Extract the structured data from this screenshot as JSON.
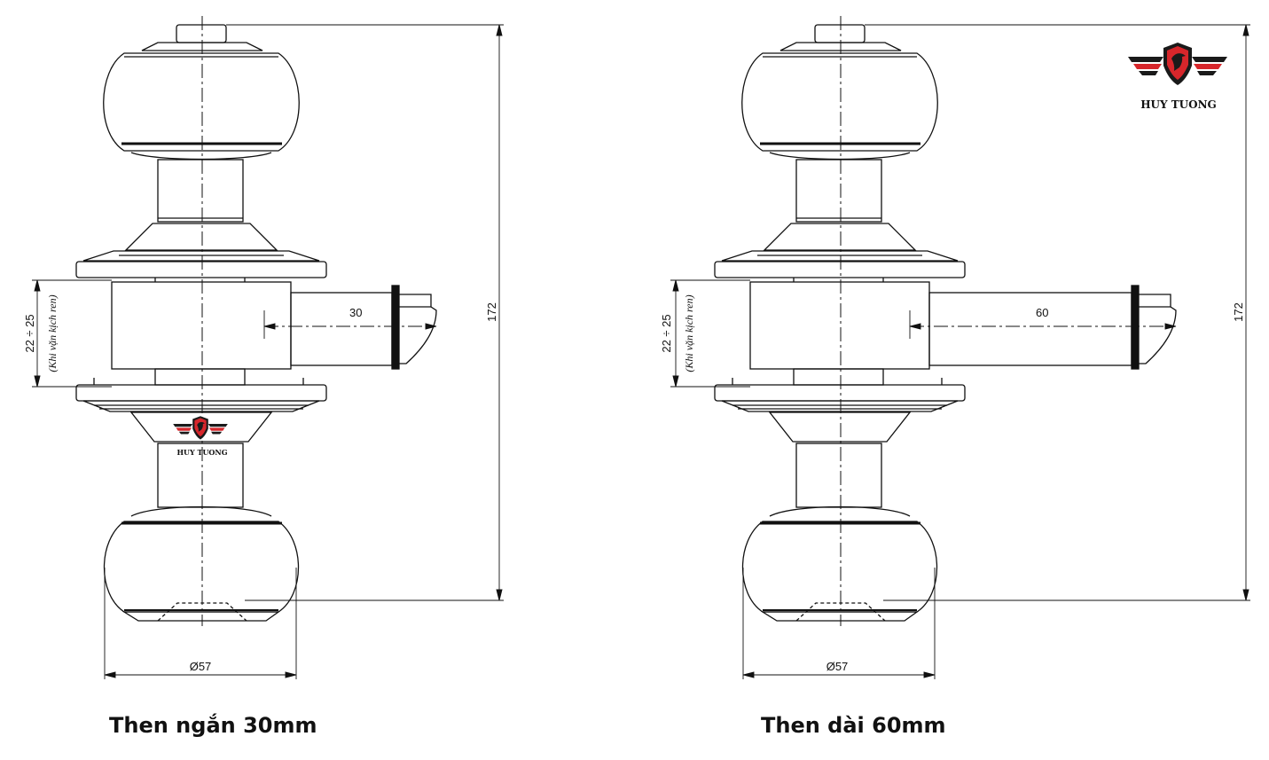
{
  "drawings": [
    {
      "id": "short-bolt",
      "caption": "Then ngắn 30mm",
      "bolt_dimension": "30",
      "height_dimension": "172",
      "diameter_dimension": "Ø57",
      "door_thickness_dimension": "22 ÷ 25",
      "door_thickness_note": "(Khi vặn kịch ren)"
    },
    {
      "id": "long-bolt",
      "caption": "Then dài 60mm",
      "bolt_dimension": "60",
      "height_dimension": "172",
      "diameter_dimension": "Ø57",
      "door_thickness_dimension": "22 ÷ 25",
      "door_thickness_note": "(Khi vặn kịch ren)"
    }
  ],
  "brand": {
    "name": "HUY TUONG",
    "colors": {
      "red": "#d7262b",
      "black": "#1a1a1a"
    },
    "icon": "eagle-shield-icon"
  }
}
